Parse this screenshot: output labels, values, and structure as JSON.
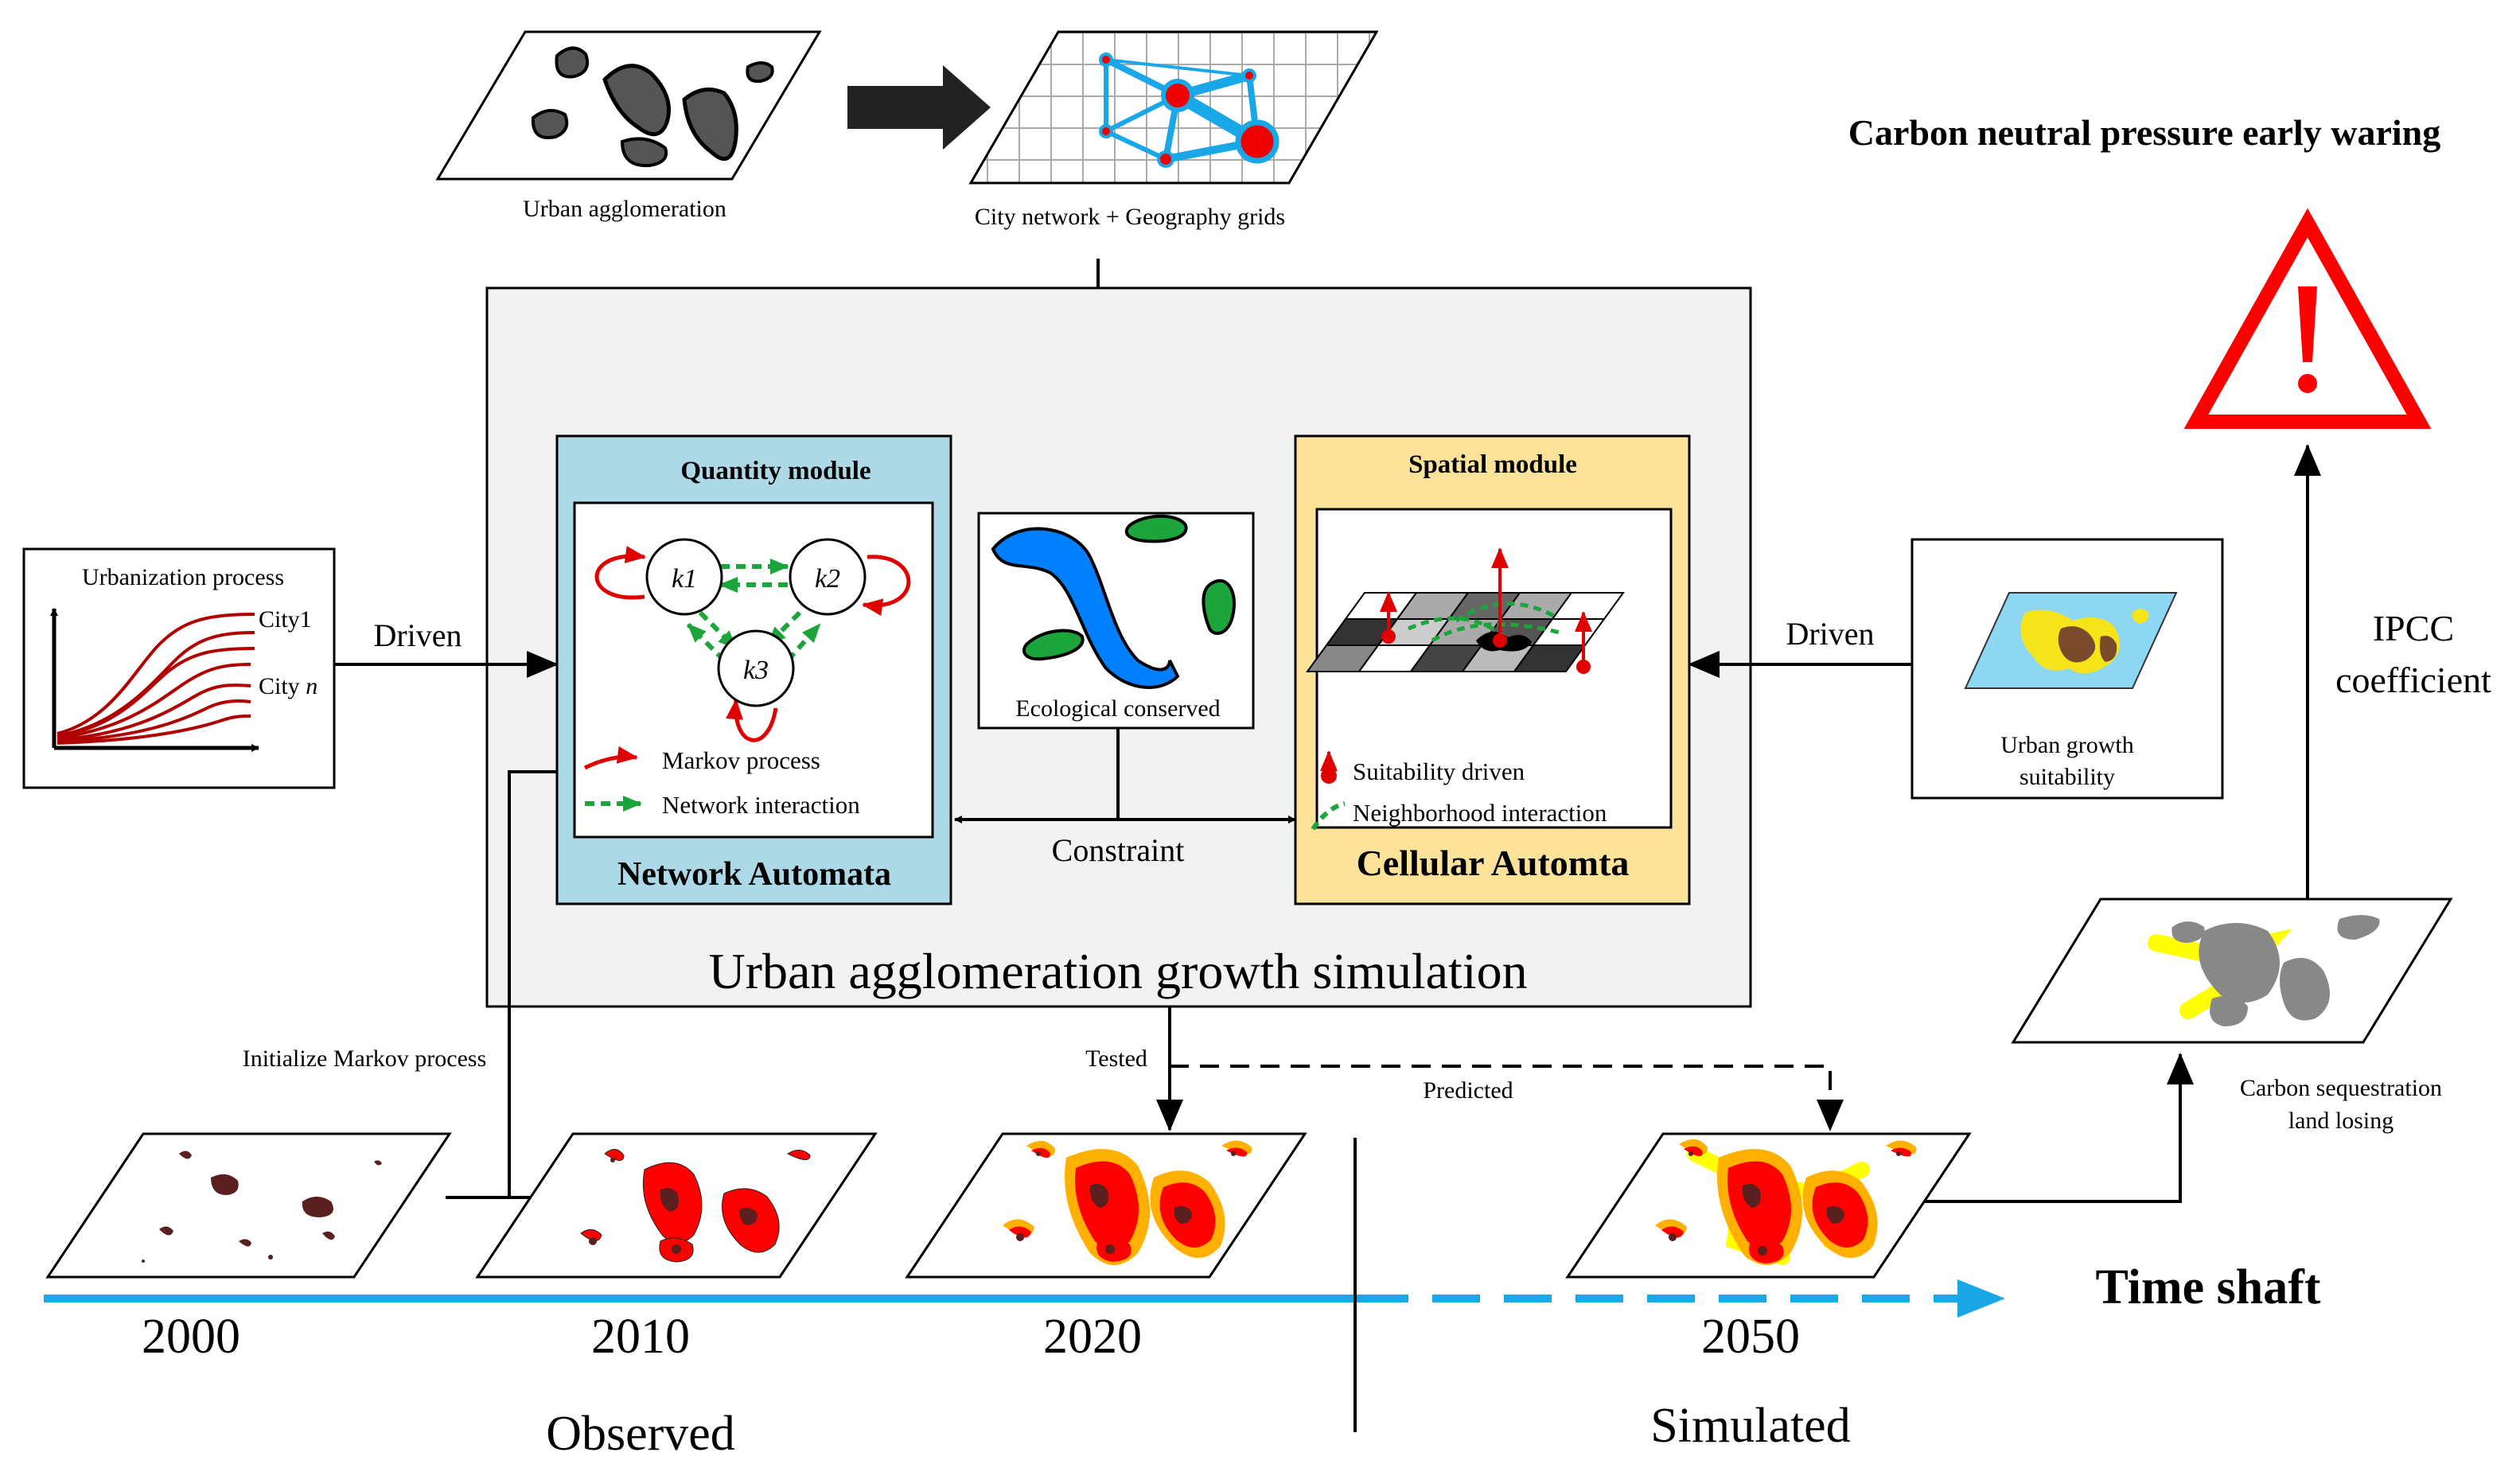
{
  "top": {
    "urban_agglomeration": "Urban agglomeration",
    "city_network": "City network + Geography grids"
  },
  "warning": {
    "title": "Carbon neutral pressure early waring",
    "ipcc_line1": "IPCC",
    "ipcc_line2": "coefficient"
  },
  "simulation": {
    "title": "Urban agglomeration growth simulation",
    "quantity": {
      "header": "Quantity module",
      "nodes": [
        "k1",
        "k2",
        "k3"
      ],
      "legend_markov": "Markov process",
      "legend_network": "Network interaction",
      "footer": "Network Automata"
    },
    "ecological": "Ecological conserved",
    "constraint": "Constraint",
    "spatial": {
      "header": "Spatial module",
      "legend_suitability": "Suitability driven",
      "legend_neighborhood": "Neighborhood interaction",
      "footer": "Cellular Automta"
    }
  },
  "left_input": {
    "title": "Urbanization process",
    "city1": "City1",
    "cityn_prefix": "City ",
    "cityn_italic": "n",
    "driven": "Driven"
  },
  "right_input": {
    "driven": "Driven",
    "line1": "Urban growth",
    "line2": "suitability"
  },
  "flow": {
    "initialize": "Initialize Markov process",
    "tested": "Tested",
    "predicted": "Predicted",
    "carbon_line1": "Carbon sequestration",
    "carbon_line2": "land losing"
  },
  "timeline": {
    "years": [
      "2000",
      "2010",
      "2020",
      "2050"
    ],
    "observed": "Observed",
    "simulated": "Simulated",
    "time_shaft": "Time shaft"
  },
  "colors": {
    "blue_arrow": "#1aa7e8",
    "warning_red": "#ff0000",
    "quantity_fill": "#add8e6",
    "spatial_fill": "#fde29a",
    "panel_fill": "#f2f2f2"
  }
}
